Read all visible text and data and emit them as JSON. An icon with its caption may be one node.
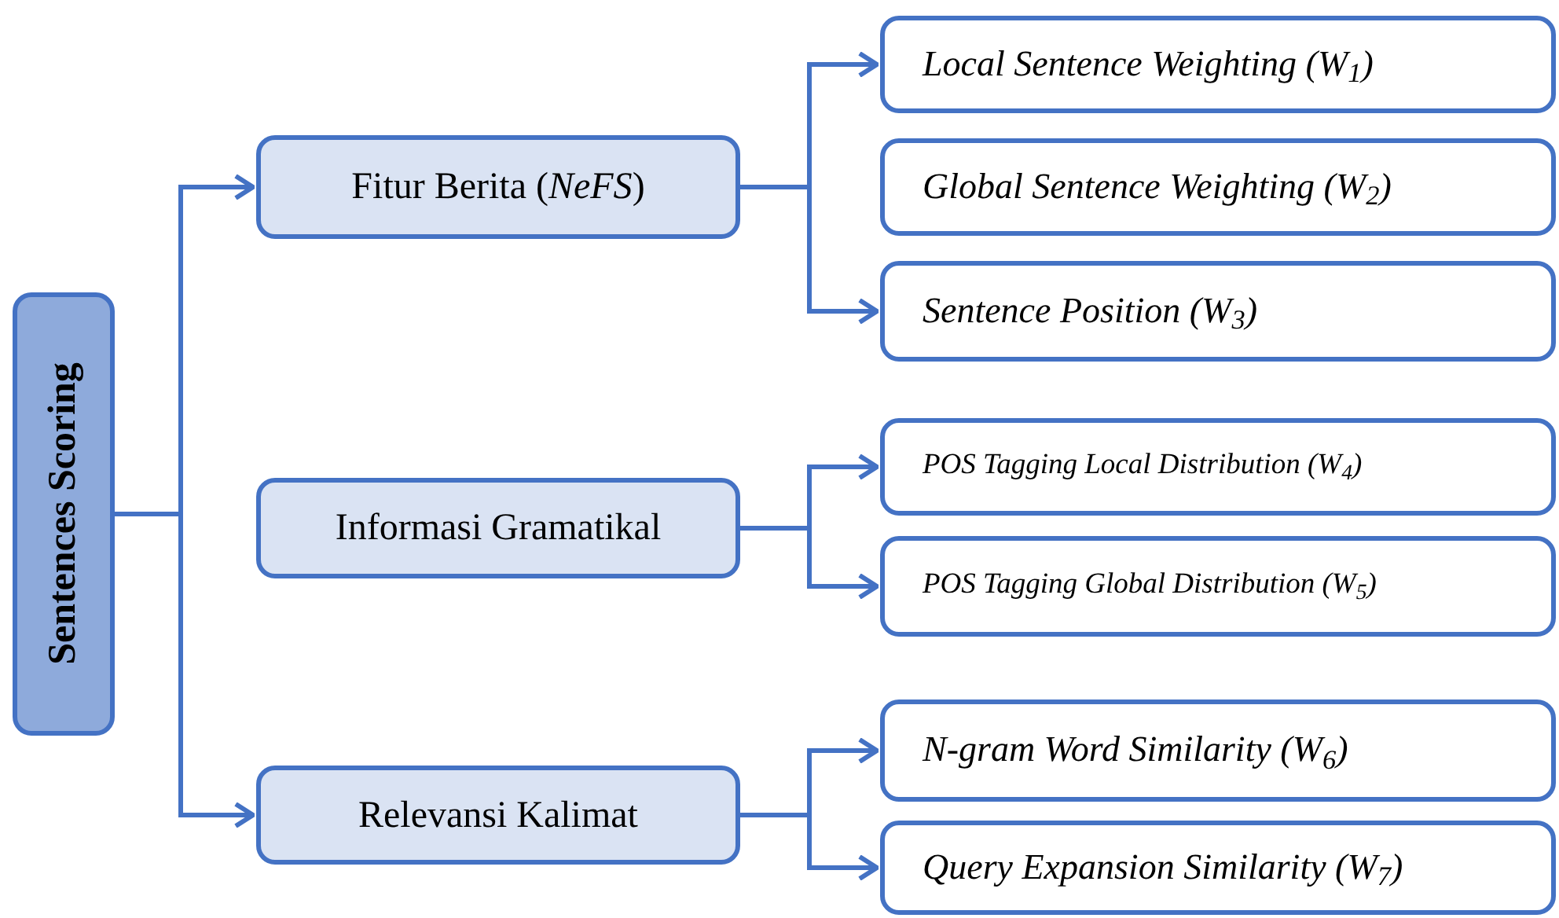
{
  "diagram": {
    "nodes": [
      {
        "text": [
          "Sentences Scoring"
        ]
      },
      {
        "text": [
          "Fitur Berita (*NeFS*)"
        ]
      },
      {
        "text": [
          "Informasi Gramatikal"
        ]
      },
      {
        "text": [
          "Relevansi Kalimat"
        ]
      },
      {
        "text": [
          "Local Sentence Weighting (W$_{1}$)"
        ]
      },
      {
        "text": [
          "Global Sentence Weighting (W$_{2}$)"
        ]
      },
      {
        "text": [
          "Sentence Position (W$_{3}$)"
        ]
      },
      {
        "text": [
          "POS Tagging Local Distribution (W$_{4}$)"
        ]
      },
      {
        "text": [
          "POS Tagging Global Distribution (W$_{5}$)"
        ]
      },
      {
        "text": [
          "N-gram Word Similarity (W$_{6}$)"
        ]
      },
      {
        "text": [
          "Query Expansion Similarity (W$_{7}$)"
        ]
      }
    ],
    "edges": [
      {
        "from": 0,
        "to": 1,
        "arrow": "to"
      },
      {
        "from": 0,
        "to": 3,
        "arrow": "to"
      },
      {
        "from": 1,
        "to": 4,
        "arrow": "to"
      },
      {
        "from": 1,
        "to": 6,
        "arrow": "to"
      },
      {
        "from": 2,
        "to": 7,
        "arrow": "to"
      },
      {
        "from": 2,
        "to": 8,
        "arrow": "to"
      },
      {
        "from": 3,
        "to": 9,
        "arrow": "to"
      },
      {
        "from": 3,
        "to": 10,
        "arrow": "to"
      }
    ]
  }
}
